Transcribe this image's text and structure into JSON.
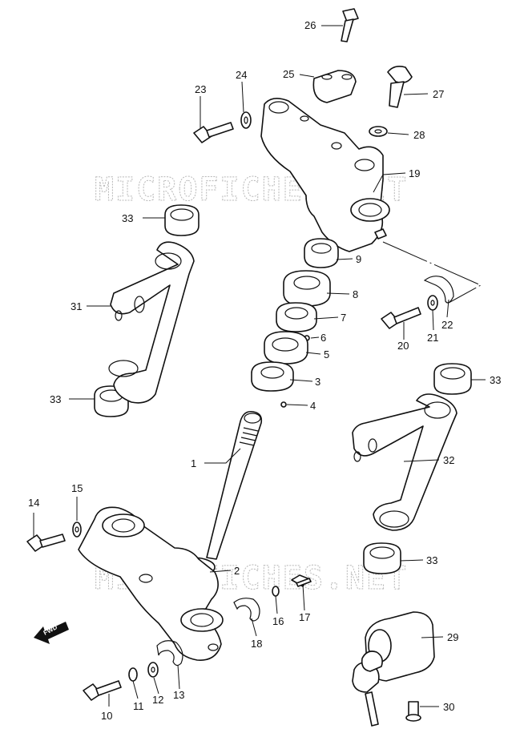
{
  "watermark": "MICROFICHES.NET",
  "fwd_label": "FWD",
  "callouts": [
    "1",
    "2",
    "3",
    "4",
    "5",
    "6",
    "7",
    "8",
    "9",
    "10",
    "11",
    "12",
    "13",
    "14",
    "15",
    "16",
    "17",
    "18",
    "19",
    "20",
    "21",
    "22",
    "23",
    "24",
    "25",
    "26",
    "27",
    "28",
    "29",
    "30",
    "31",
    "32",
    "33"
  ]
}
